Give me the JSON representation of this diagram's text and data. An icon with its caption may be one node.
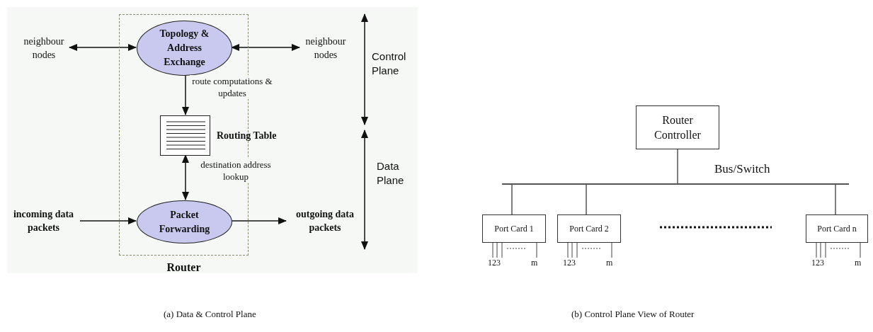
{
  "diagram": {
    "nodes": [
      {
        "text": [
          "Router"
        ]
      },
      {
        "text": [
          "Topology & Address Exchange"
        ],
        "in": 0
      },
      {
        "text": [],
        "shape": "box",
        "beside": [
          "Routing Table"
        ],
        "in": 0
      },
      {
        "text": [
          "Packet Forwarding"
        ],
        "in": 0
      },
      {
        "text": [
          "neighbour nodes"
        ]
      },
      {
        "text": [
          "neighbour nodes"
        ]
      },
      {
        "text": [
          "incoming data packets"
        ]
      },
      {
        "text": [
          "outgoing data packets"
        ]
      },
      {
        "text": [
          "Router Controller"
        ]
      },
      {
        "text": [
          "Bus/Switch"
        ]
      },
      {
        "text": [
          "Port Card 1"
        ]
      },
      {
        "text": [
          "Port Card 2"
        ]
      },
      {
        "text": [
          "Port Card n"
        ]
      }
    ],
    "edges": [
      {
        "from": 4,
        "to": 1,
        "arrow": "both"
      },
      {
        "from": 1,
        "to": 5,
        "arrow": "both"
      },
      {
        "from": 1,
        "to": 2,
        "arrow": "to",
        "label": "route computations & updates"
      },
      {
        "from": 2,
        "to": 3,
        "arrow": "both",
        "label": "destination address lookup"
      },
      {
        "from": 6,
        "to": 3,
        "arrow": "to"
      },
      {
        "from": 3,
        "to": 7,
        "arrow": "to"
      },
      {
        "from": 8,
        "to": 9,
        "arrow": "none"
      },
      {
        "from": 9,
        "to": 10,
        "arrow": "none"
      },
      {
        "from": 9,
        "to": 11,
        "arrow": "none"
      },
      {
        "from": 9,
        "to": 12,
        "arrow": "none"
      }
    ],
    "labels": [
      "Control Plane",
      "Data Plane",
      "123",
      "m",
      "123",
      "m",
      "123",
      "m",
      "(a) Data & Control Plane",
      "(b) Control Plane View of Router"
    ]
  }
}
